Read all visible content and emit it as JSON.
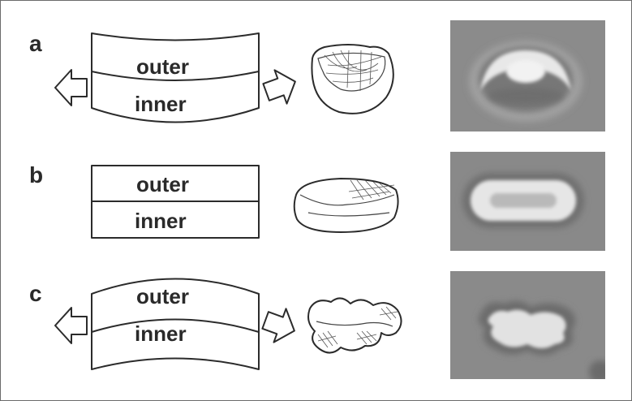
{
  "rows": [
    {
      "letter": "a",
      "outer": "outer",
      "inner": "inner"
    },
    {
      "letter": "b",
      "outer": "outer",
      "inner": "inner"
    },
    {
      "letter": "c",
      "outer": "outer",
      "inner": "inner"
    }
  ]
}
